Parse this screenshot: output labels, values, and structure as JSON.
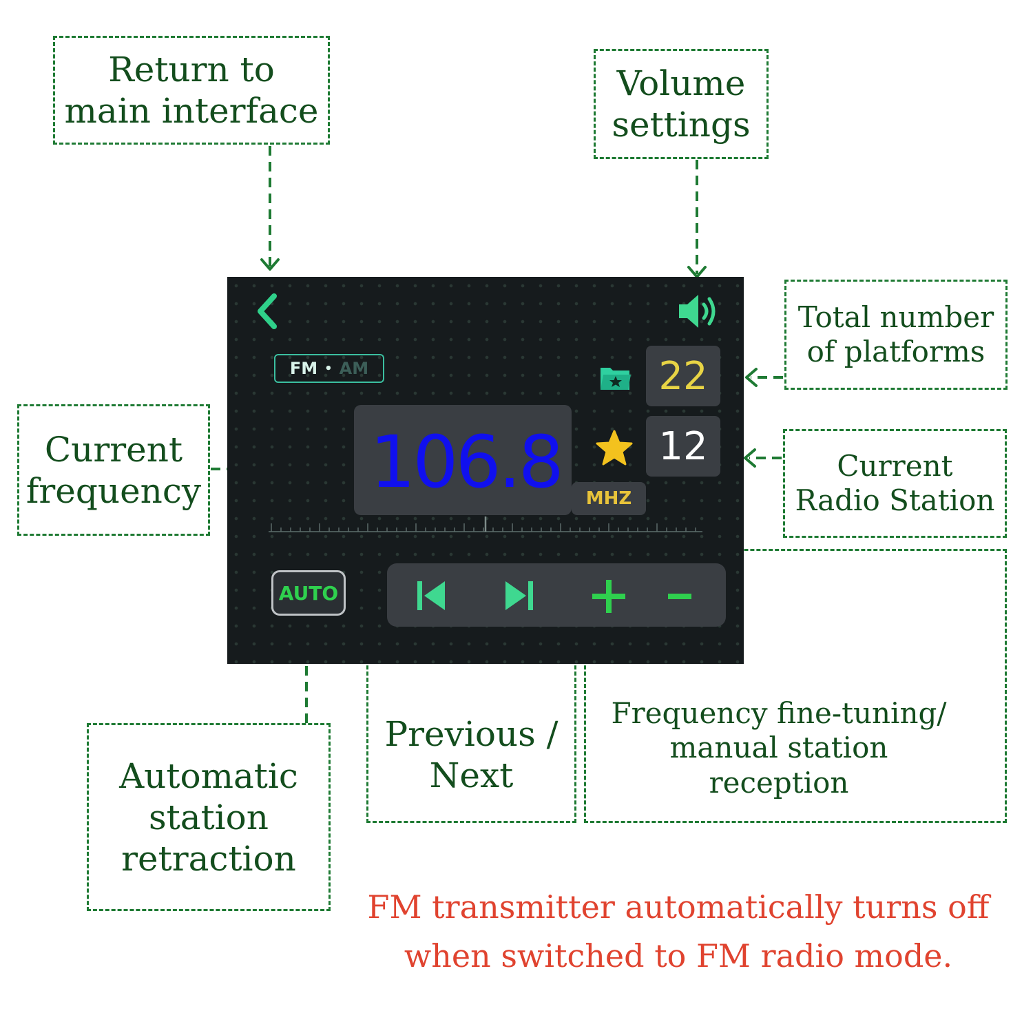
{
  "callouts": {
    "return": [
      "Return to",
      "main interface"
    ],
    "volume": [
      "Volume",
      "settings"
    ],
    "total": [
      "Total number",
      "of platforms"
    ],
    "current_station": [
      "Current",
      "Radio Station"
    ],
    "current_frequency": [
      "Current",
      "frequency"
    ],
    "auto": [
      "Automatic",
      "station",
      "retraction"
    ],
    "prev_next": [
      "Previous /",
      "Next"
    ],
    "fine_tuning": [
      "Frequency fine-tuning/",
      "manual station",
      "reception"
    ]
  },
  "note": [
    "FM transmitter automatically turns off",
    "when switched to FM radio mode."
  ],
  "screen": {
    "band": {
      "fm": "FM",
      "separator": "•",
      "am": "AM"
    },
    "frequency": "106.8",
    "unit": "MHZ",
    "total_count": "22",
    "current_count": "12",
    "auto_label": "AUTO",
    "tuner_scale": {
      "min": 0,
      "max": 1,
      "indicator": 0.5
    }
  },
  "colors": {
    "callout_border": "#1e7a33",
    "callout_text": "#134d1d",
    "note": "#e0432f",
    "frequency": "#1010ee",
    "accent": "#2fd04e",
    "count_total": "#e8d445",
    "unit": "#e8c33a"
  },
  "icons": [
    "back-chevron-icon",
    "speaker-volume-icon",
    "folder-star-icon",
    "star-icon",
    "previous-track-icon",
    "next-track-icon",
    "plus-icon",
    "minus-icon"
  ]
}
